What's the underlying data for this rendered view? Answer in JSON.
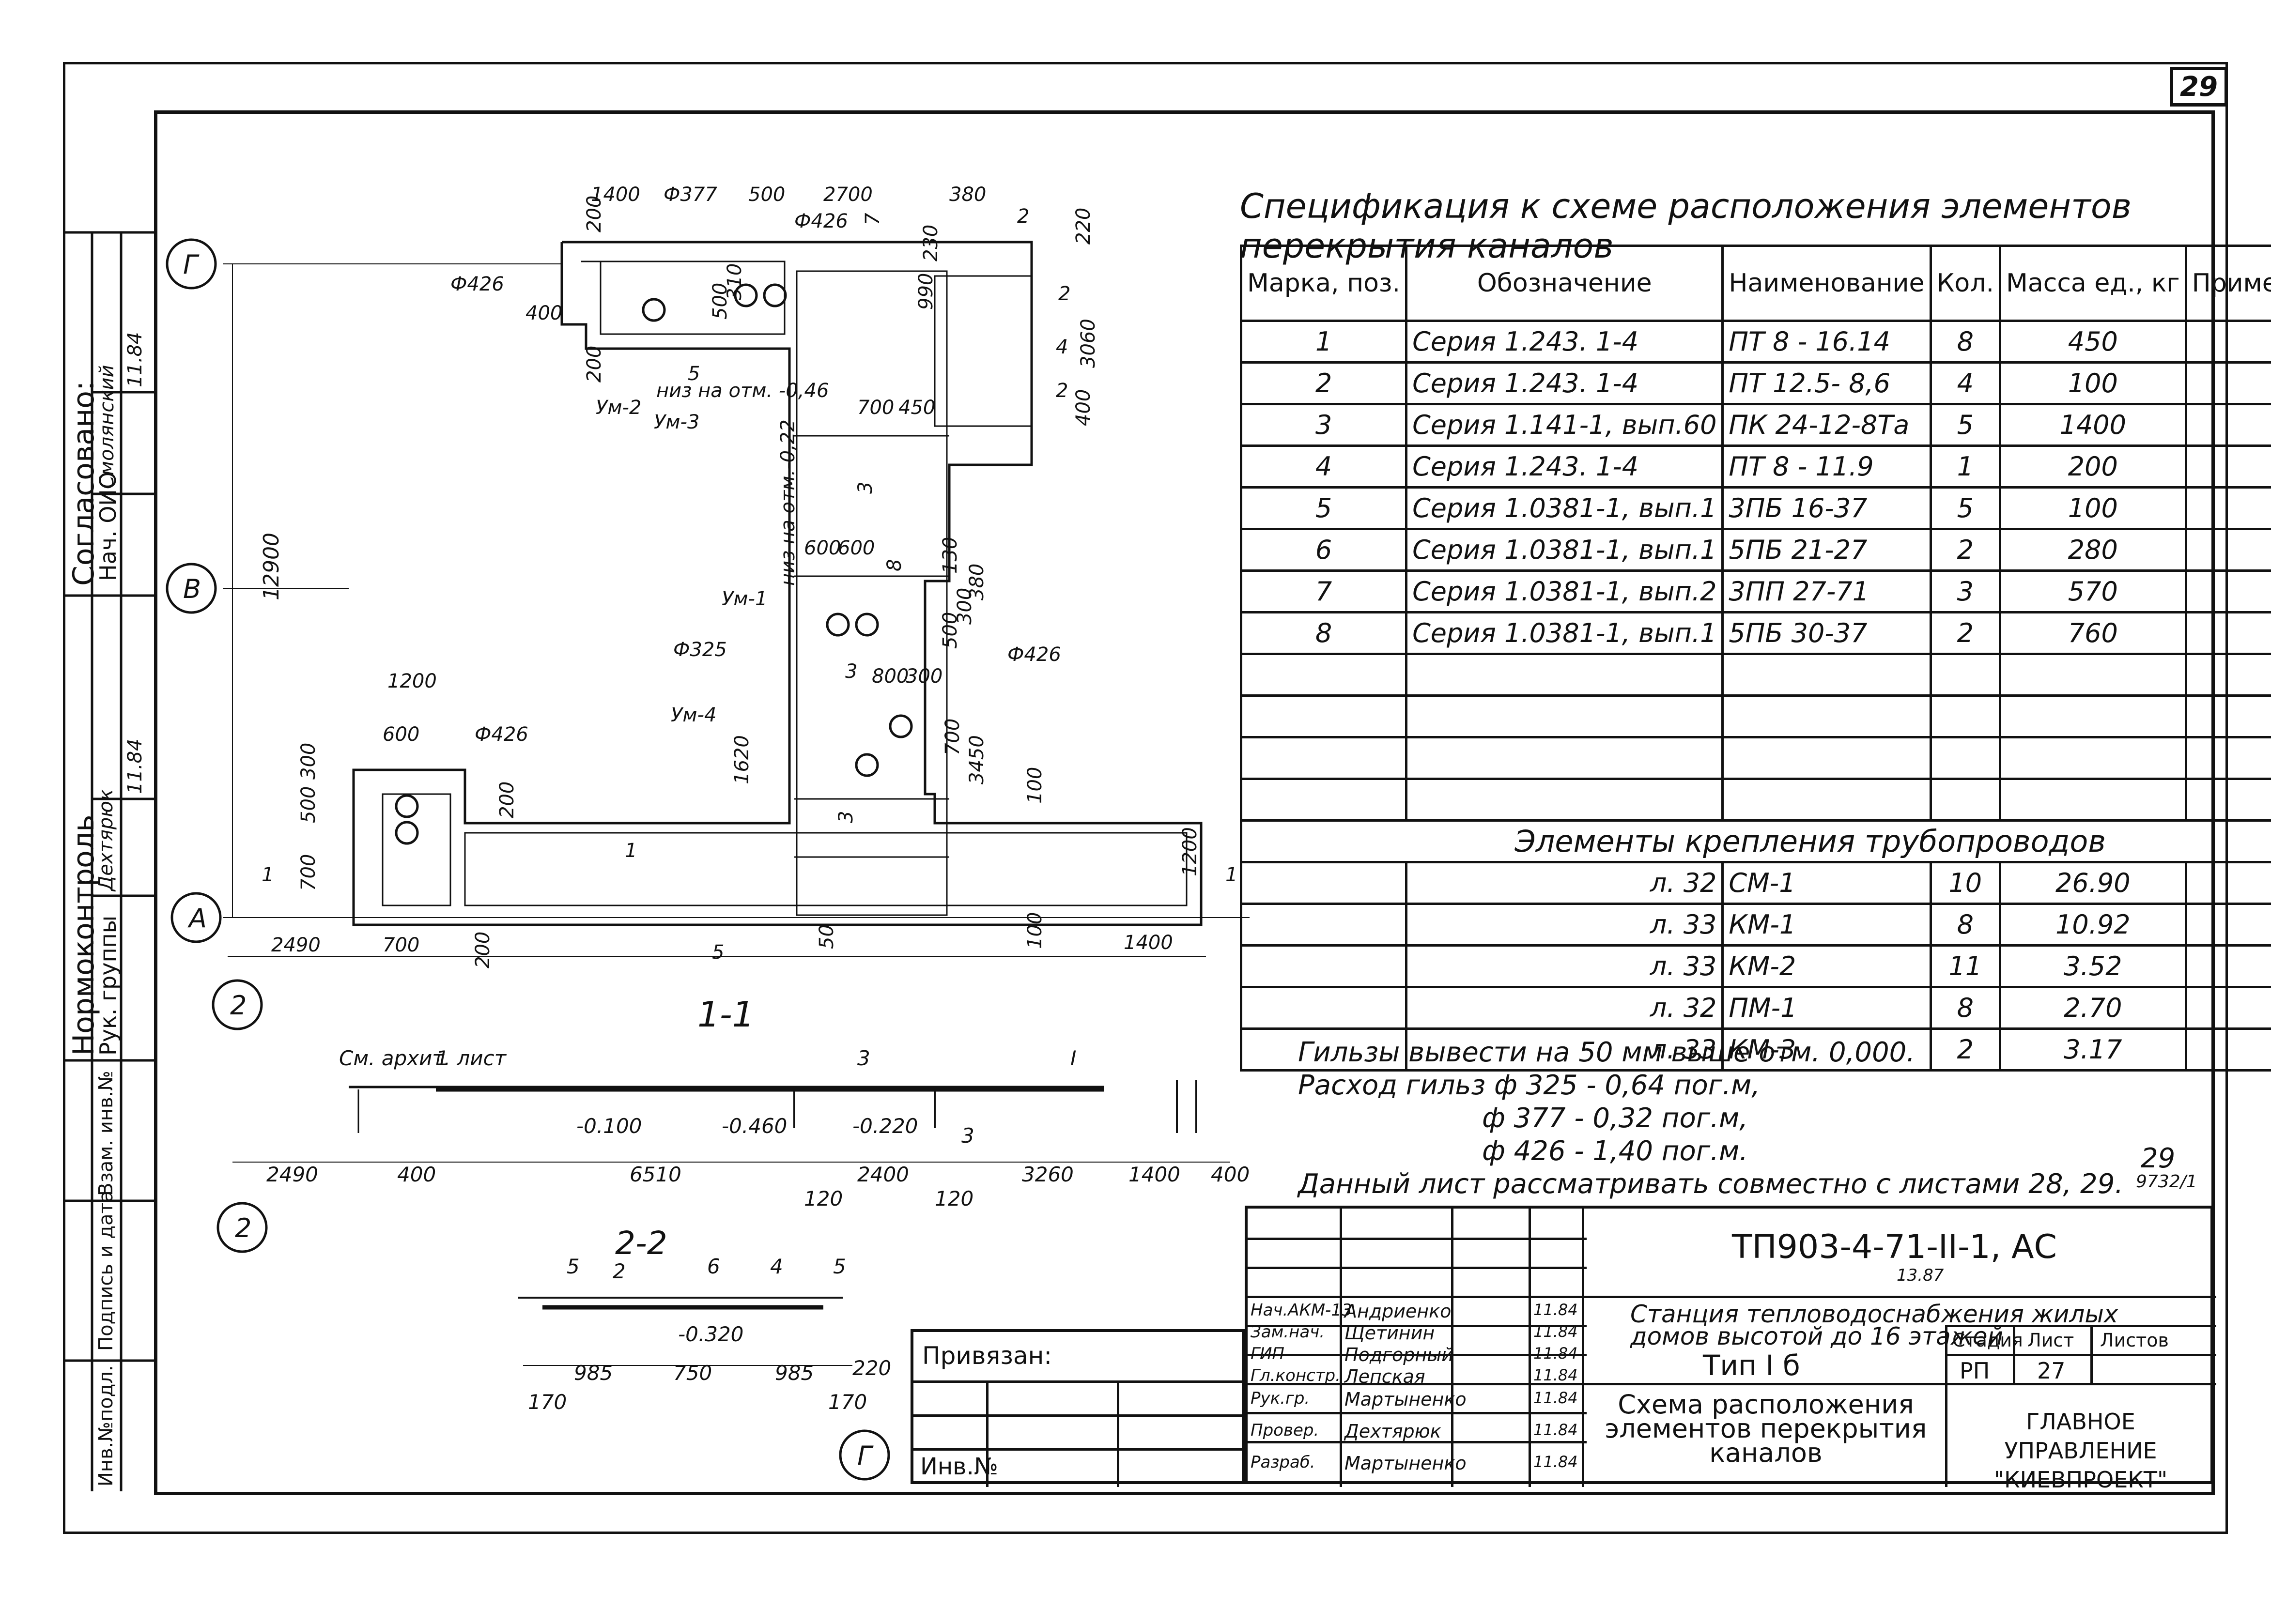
{
  "sheet_corner_number": "29",
  "spec": {
    "title": "Спецификация к схеме расположения элементов перекрытия каналов",
    "headers": [
      "Марка, поз.",
      "Обозначение",
      "Наименование",
      "Кол.",
      "Масса ед., кг",
      "Приме- чание"
    ],
    "rows": [
      {
        "mark": "1",
        "designation": "Серия   1.243. 1-4",
        "name": "ПТ 8 - 16.14",
        "qty": "8",
        "mass": "450",
        "note": ""
      },
      {
        "mark": "2",
        "designation": "Серия   1.243. 1-4",
        "name": "ПТ 12.5- 8,6",
        "qty": "4",
        "mass": "100",
        "note": ""
      },
      {
        "mark": "3",
        "designation": "Серия   1.141-1, вып.60",
        "name": "ПК 24-12-8Та",
        "qty": "5",
        "mass": "1400",
        "note": ""
      },
      {
        "mark": "4",
        "designation": "Серия   1.243. 1-4",
        "name": "ПТ 8 - 11.9",
        "qty": "1",
        "mass": "200",
        "note": ""
      },
      {
        "mark": "5",
        "designation": "Серия   1.0381-1, вып.1",
        "name": "3ПБ 16-37",
        "qty": "5",
        "mass": "100",
        "note": ""
      },
      {
        "mark": "6",
        "designation": "Серия   1.0381-1, вып.1",
        "name": "5ПБ 21-27",
        "qty": "2",
        "mass": "280",
        "note": ""
      },
      {
        "mark": "7",
        "designation": "Серия   1.0381-1, вып.2",
        "name": "3ПП 27-71",
        "qty": "3",
        "mass": "570",
        "note": ""
      },
      {
        "mark": "8",
        "designation": "Серия   1.0381-1, вып.1",
        "name": "5ПБ 30-37",
        "qty": "2",
        "mass": "760",
        "note": ""
      }
    ],
    "subheading": "Элементы   крепления   трубопроводов",
    "fastening_rows": [
      {
        "designation": "л. 32",
        "name": "СМ-1",
        "qty": "10",
        "mass": "26.90"
      },
      {
        "designation": "л. 33",
        "name": "КМ-1",
        "qty": "8",
        "mass": "10.92"
      },
      {
        "designation": "л. 33",
        "name": "КМ-2",
        "qty": "11",
        "mass": "3.52"
      },
      {
        "designation": "л. 32",
        "name": "ПМ-1",
        "qty": "8",
        "mass": "2.70"
      },
      {
        "designation": "л. 33",
        "name": "КМ-3",
        "qty": "2",
        "mass": "3.17"
      }
    ]
  },
  "notes": [
    "Гильзы вывести на 50 мм выше отм. 0,000.",
    "Расход гильз  ф 325 - 0,64 пог.м,",
    "ф 377 - 0,32 пог.м,",
    "ф 426 - 1,40 пог.м.",
    "Данный лист рассматривать совместно с листами 28, 29."
  ],
  "sheet_ref": "29",
  "sheet_ref_code": "9732/1",
  "title_block": {
    "project_code": "ТП903-4-71-II-1, АС",
    "project_code_sub": "13.87",
    "project_name": "Станция тепловодоснабжения жилых домов высотой до 16 этажей",
    "type": "Тип I б",
    "drawing_title": "Схема расположения элементов перекрытия каналов",
    "stage_label": "Стадия",
    "sheet_label": "Лист",
    "sheets_label": "Листов",
    "stage": "РП",
    "sheet": "27",
    "org": "ГЛАВНОЕ УПРАВЛЕНИЕ \"КИЕВПРОЕКТ\"",
    "people": [
      {
        "role": "Нач.АКМ-13",
        "name": "Андриенко",
        "date": "11.84"
      },
      {
        "role": "Зам.нач.",
        "name": "Щетинин",
        "date": "11.84"
      },
      {
        "role": "ГИП",
        "name": "Подгорный",
        "date": "11.84"
      },
      {
        "role": "Гл.констр.",
        "name": "Лепская",
        "date": "11.84"
      },
      {
        "role": "Рук.гр.",
        "name": "Мартыненко",
        "date": "11.84"
      },
      {
        "role": "Провер.",
        "name": "Дехтярюк",
        "date": "11.84"
      },
      {
        "role": "Разраб.",
        "name": "Мартыненко",
        "date": "11.84"
      }
    ]
  },
  "binding": {
    "label": "Привязан:",
    "inv_label": "Инв.№"
  },
  "left_strip": {
    "agreed": "Согласовано:",
    "agreed_role": "Нач. ОИО",
    "agreed_name": "Смолянский",
    "agreed_date": "11.84",
    "norm_control": "Нормоконтроль",
    "norm_role": "Рук. группы",
    "norm_name": "Дехтярюк",
    "norm_date": "11.84",
    "vzam": "Взам. инв.№",
    "sign_date": "Подпись и дата",
    "inv_orig": "Инв.№подл."
  },
  "plan": {
    "axes": [
      "Г",
      "В",
      "А",
      "2",
      "2",
      "Г"
    ],
    "dims_top": [
      "1400",
      "Ф377",
      "500",
      "2700",
      "380",
      "200",
      "Ф426",
      "7",
      "2",
      "220"
    ],
    "dims_left": [
      "12900"
    ],
    "dims_right_top": [
      "990",
      "230",
      "2",
      "4",
      "3060",
      "2",
      "400"
    ],
    "dims_bottom": [
      "2490",
      "700",
      "200",
      "5",
      "50",
      "100",
      "1400"
    ],
    "dims_misc": [
      "Ф426",
      "400",
      "200",
      "5",
      "низ на отм. -0,46",
      "Ум-2",
      "Ум-3",
      "низ на отм.-0,22",
      "500",
      "310",
      "700",
      "450",
      "3",
      "600",
      "600",
      "8",
      "130",
      "380",
      "Ум-1",
      "500",
      "300",
      "Ф325",
      "3",
      "800",
      "300",
      "Ф426",
      "Ум-4",
      "1620",
      "700",
      "3450",
      "1200",
      "600",
      "Ф426",
      "300",
      "500",
      "700",
      "200",
      "1",
      "3",
      "100",
      "1200",
      "1",
      "1"
    ],
    "section_1_label": "1-1",
    "section_2_label": "2-2"
  },
  "section11": {
    "labels": [
      "См. архит. лист",
      "1",
      "3",
      "I",
      "-0.100",
      "-0.460",
      "-0.220",
      "3"
    ],
    "dims": [
      "2490",
      "400",
      "6510",
      "2400",
      "3260",
      "1400",
      "400",
      "120",
      "120"
    ]
  },
  "section22": {
    "labels": [
      "5",
      "2",
      "6",
      "4",
      "5",
      "-0.320"
    ],
    "dims": [
      "985",
      "750",
      "985",
      "220",
      "170",
      "170"
    ]
  }
}
